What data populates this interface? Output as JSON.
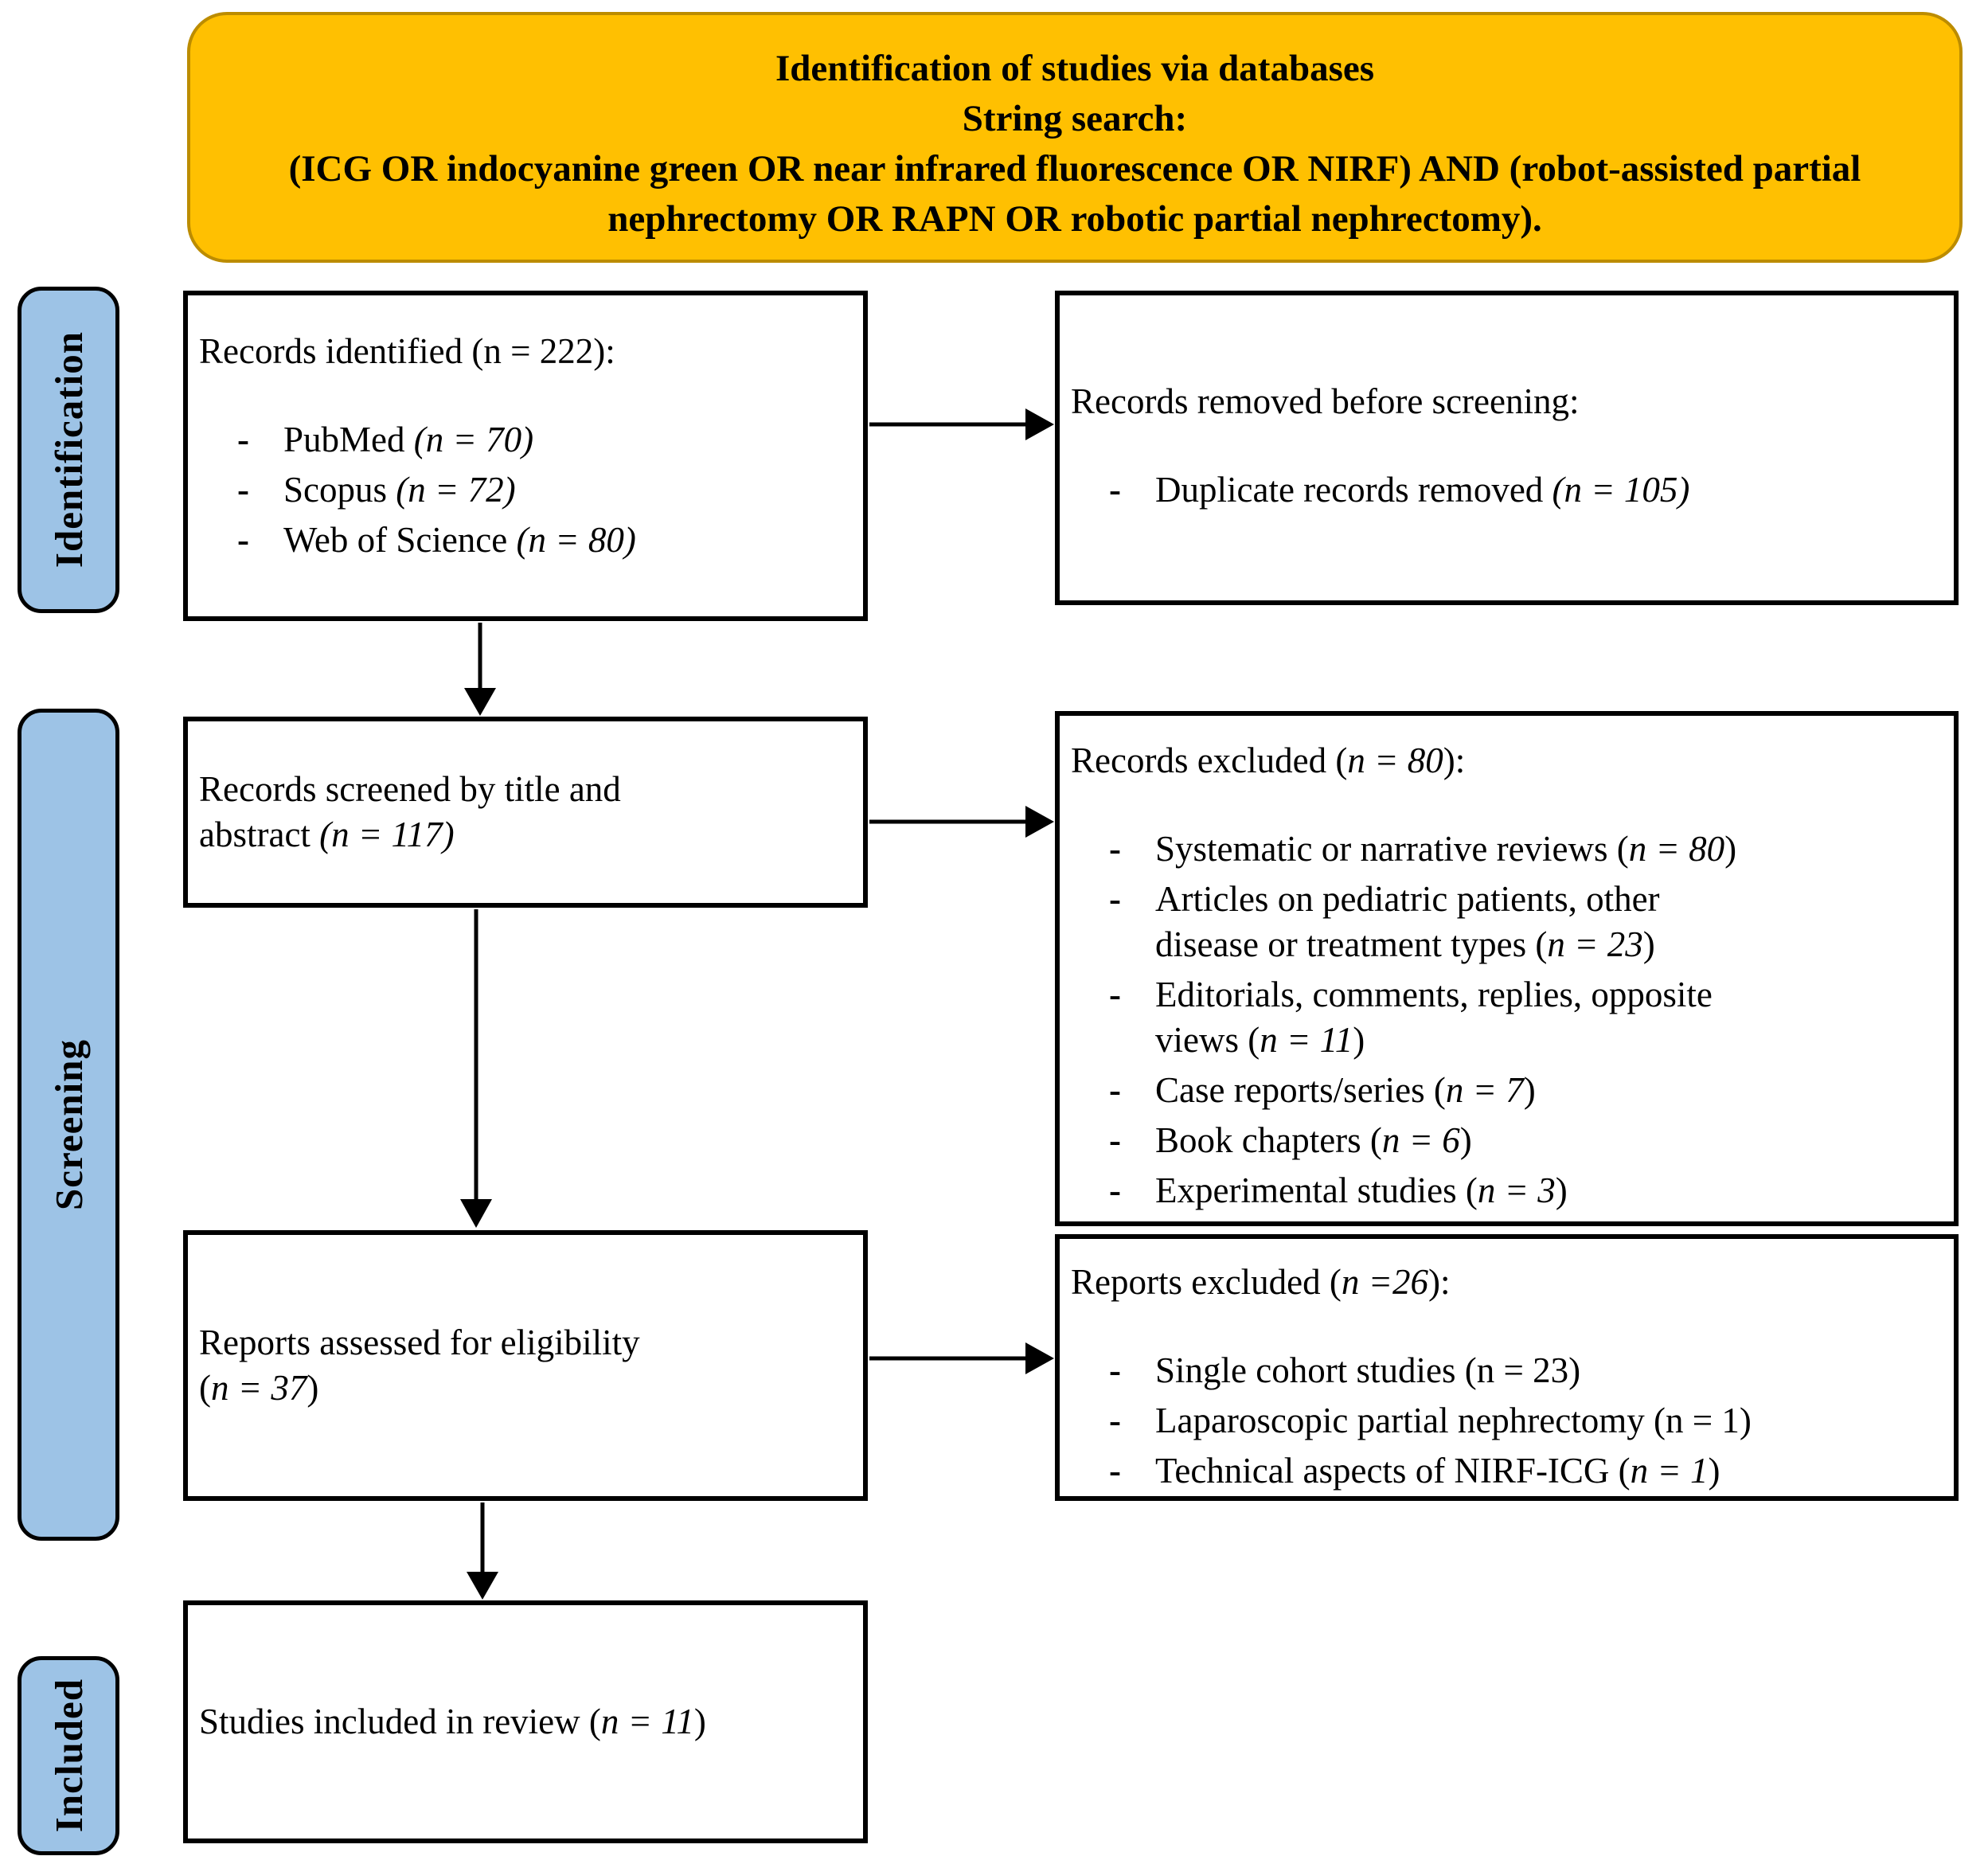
{
  "bullet_marker": "-",
  "colors": {
    "banner_fill": "#FFC001",
    "banner_border": "#BC8C00",
    "stage_fill": "#9DC3E6",
    "stage_border": "#000000",
    "box_border": "#000000",
    "arrow": "#000000",
    "text": "#000000",
    "background": "#FFFFFF"
  },
  "banner": {
    "line1": "Identification of studies via databases",
    "line2": "String search:",
    "line3": "(ICG OR indocyanine green OR near infrared fluorescence OR NIRF) AND (robot-assisted partial nephrectomy OR RAPN OR robotic partial nephrectomy)."
  },
  "stages": {
    "identification": "Identification",
    "screening": "Screening",
    "included": "Included"
  },
  "boxes": {
    "records_identified": {
      "title": {
        "pre": "Records identified (n = 222):"
      },
      "items": [
        {
          "pre": "PubMed ",
          "it": "(n = 70)"
        },
        {
          "pre": "Scopus ",
          "it": "(n = 72)"
        },
        {
          "pre": "Web of Science ",
          "it": "(n = 80)"
        }
      ]
    },
    "records_removed": {
      "title": {
        "pre": "Records removed before screening:"
      },
      "items": [
        {
          "pre": "Duplicate records removed ",
          "it": "(n = 105)"
        }
      ]
    },
    "records_screened": {
      "line1": {
        "pre": "Records screened by title and"
      },
      "line2": {
        "pre": "abstract ",
        "it": "(n = 117)"
      }
    },
    "records_excluded": {
      "title": {
        "pre": "Records excluded (",
        "it": "n = 80",
        "post": "):"
      },
      "items": [
        {
          "pre": "Systematic or narrative reviews (",
          "it": "n = 80",
          "post": ")"
        },
        {
          "pre": "Articles on pediatric patients, other",
          "pre2": "disease or treatment types (",
          "it": "n = 23",
          "post": ")"
        },
        {
          "pre": "Editorials, comments, replies, opposite",
          "pre2": "views (",
          "it": "n = 11",
          "post": ")"
        },
        {
          "pre": "Case reports/series (",
          "it": "n = 7",
          "post": ")"
        },
        {
          "pre": "Book chapters (",
          "it": "n = 6",
          "post": ")"
        },
        {
          "pre": "Experimental studies (",
          "it": "n = 3",
          "post": ")"
        }
      ]
    },
    "reports_assessed": {
      "line1": {
        "pre": "Reports assessed for eligibility"
      },
      "line2": {
        "pre": "(",
        "it": "n = 37",
        "post": ")"
      }
    },
    "reports_excluded": {
      "title": {
        "pre": "Reports excluded (",
        "it": "n =26",
        "post": "):"
      },
      "items": [
        {
          "pre": "Single cohort studies (n = 23)"
        },
        {
          "pre": "Laparoscopic partial nephrectomy (n = 1)"
        },
        {
          "pre": "Technical aspects of NIRF-ICG (",
          "it": "n = 1",
          "post": ")"
        }
      ]
    },
    "studies_included": {
      "title": {
        "pre": "Studies included in review (",
        "it": "n = 11",
        "post": ")"
      }
    }
  }
}
